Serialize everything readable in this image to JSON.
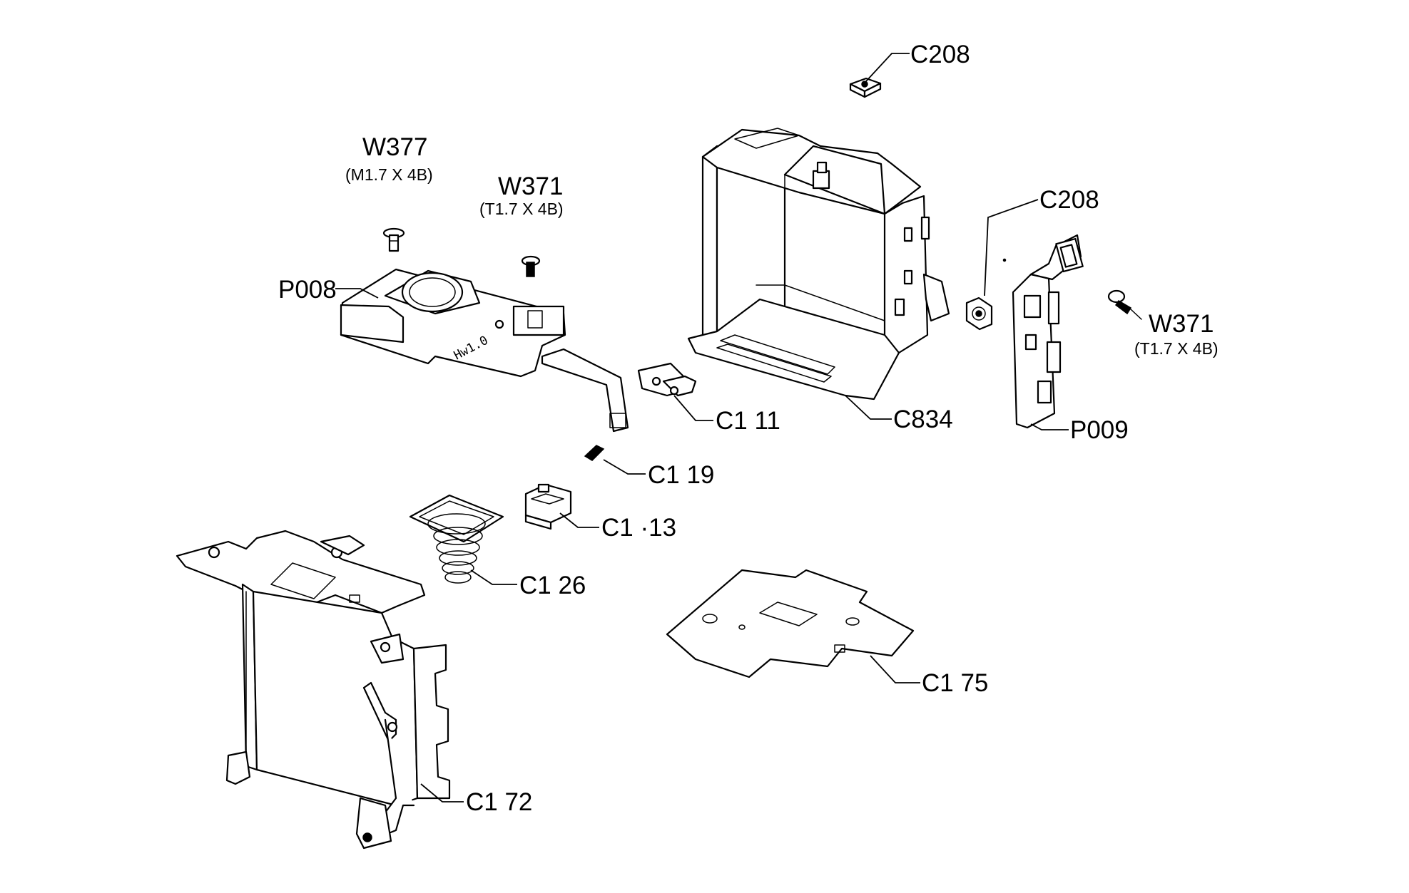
{
  "labels": {
    "c208_top": "C208",
    "w377": "W377",
    "w377_spec": "(M1.7 X 4B)",
    "w371_left": "W371",
    "w371_left_spec": "(T1.7 X 4B)",
    "c208_right": "C208",
    "p008": "P008",
    "w371_right": "W371",
    "w371_right_spec": "(T1.7 X 4B)",
    "c111": "C1  11",
    "c834": "C834",
    "p009": "P009",
    "c119": "C1  19",
    "c113": "C1 ·13",
    "c126": "C1  26",
    "c175": "C1  75",
    "c172": "C1  72"
  },
  "pcb_marking": "Hw1.0"
}
